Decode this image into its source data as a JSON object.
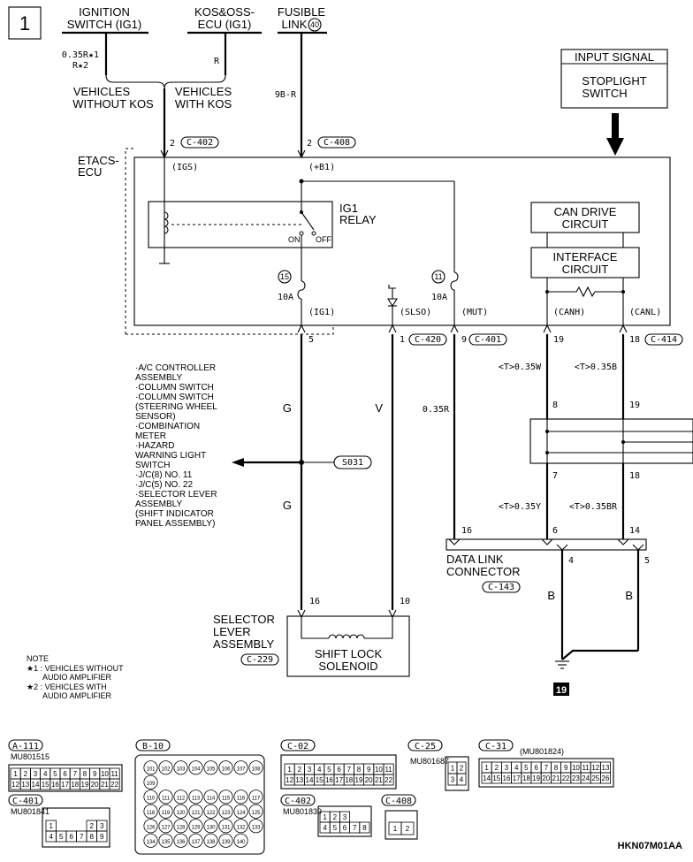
{
  "page_number": "1",
  "sources": {
    "ignition": {
      "line1": "IGNITION",
      "line2": "SWITCH (IG1)"
    },
    "kos": {
      "line1": "KOS&OSS-",
      "line2": "ECU (IG1)"
    },
    "fusible": {
      "line1": "FUSIBLE",
      "line2": "LINK",
      "number": "40"
    }
  },
  "variants": {
    "without_kos_1": "VEHICLES",
    "without_kos_2": "WITHOUT KOS",
    "with_kos_1": "VEHICLES",
    "with_kos_2": "WITH KOS"
  },
  "wires": {
    "ignition_spec_1": "0.35R★1",
    "ignition_spec_2": "R★2",
    "kos_spec": "R",
    "fusible_spec": "9B-R",
    "g": "G",
    "v": "V",
    "mut_spec": "0.35R",
    "canh_upper": "<T>0.35W",
    "canl_upper": "<T>0.35B",
    "canh_lower": "<T>0.35Y",
    "canl_lower": "<T>0.35BR",
    "b": "B"
  },
  "connectors_top": {
    "c402_pin": "2",
    "c402": "C-402",
    "c408_pin": "2",
    "c408": "C-408"
  },
  "ecu": {
    "line1": "ETACS-",
    "line2": "ECU",
    "terminal_igs": "(IGS)",
    "terminal_b1": "(+B1)",
    "terminal_ig1": "(IG1)",
    "terminal_slso": "(SLSO)",
    "terminal_mut": "(MUT)",
    "terminal_canh": "(CANH)",
    "terminal_canl": "(CANL)"
  },
  "relay": {
    "line1": "IG1",
    "line2": "RELAY",
    "on": "ON",
    "off": "OFF"
  },
  "fuses": {
    "ig1_number": "15",
    "ig1_rating": "10A",
    "mut_number": "11",
    "mut_rating": "10A"
  },
  "can": {
    "drive_1": "CAN DRIVE",
    "drive_2": "CIRCUIT",
    "iface_1": "INTERFACE",
    "iface_2": "CIRCUIT"
  },
  "input_signal": {
    "header": "INPUT SIGNAL",
    "line1": "STOPLIGHT",
    "line2": "SWITCH"
  },
  "lower_pins": {
    "ig1": "5",
    "slso": "1",
    "c420": "C-420",
    "mut": "9",
    "c401": "C-401",
    "canh": "19",
    "canl": "18",
    "c414": "C-414"
  },
  "joint": {
    "canh_in": "8",
    "canl_in": "19",
    "canh_out": "7",
    "canl_out": "18"
  },
  "splice": {
    "label": "S031"
  },
  "branch_list": [
    "·A/C CONTROLLER",
    "ASSEMBLY",
    "·COLUMN SWITCH",
    "·COLUMN SWITCH",
    "(STEERING WHEEL",
    "SENSOR)",
    "·COMBINATION",
    "METER",
    "·HAZARD",
    "WARNING LIGHT",
    "SWITCH",
    "·J/C(8) NO. 11",
    "·J/C(5) NO. 22",
    "·SELECTOR LEVER",
    "ASSEMBLY",
    "(SHIFT INDICATOR",
    "PANEL ASSEMBLY)"
  ],
  "dlc": {
    "pin16": "16",
    "pin6": "6",
    "pin14": "14",
    "pin4": "4",
    "pin5": "5",
    "line1": "DATA LINK",
    "line2": "CONNECTOR",
    "connector": "C-143"
  },
  "ground": {
    "number": "19"
  },
  "selector": {
    "pin16": "16",
    "pin10": "10",
    "line1": "SELECTOR",
    "line2": "LEVER",
    "line3": "ASSEMBLY",
    "connector": "C-229",
    "solenoid_1": "SHIFT LOCK",
    "solenoid_2": "SOLENOID"
  },
  "note": {
    "title": "NOTE",
    "l1": "★1 : VEHICLES WITHOUT",
    "l2": "AUDIO AMPLIFIER",
    "l3": "★2 : VEHICLES WITH",
    "l4": "AUDIO AMPLIFIER"
  },
  "faces": {
    "a111": {
      "label": "A-111",
      "part": "MU801515",
      "rows": [
        [
          "1",
          "2",
          "3",
          "4",
          "5",
          "6",
          "7",
          "8",
          "9",
          "10",
          "11"
        ],
        [
          "12",
          "13",
          "14",
          "15",
          "16",
          "17",
          "18",
          "19",
          "20",
          "21",
          "22"
        ]
      ]
    },
    "c401": {
      "label": "C-401",
      "part": "MU801841",
      "rows": [
        [
          "1",
          "",
          "",
          "",
          "2",
          "3"
        ],
        [
          "4",
          "5",
          "6",
          "7",
          "8",
          "9"
        ]
      ]
    },
    "b10": {
      "label": "B-10",
      "rows": [
        [
          "101",
          "102",
          "103",
          "104",
          "105",
          "106",
          "107",
          "108"
        ],
        [
          "109",
          "",
          "",
          "",
          "",
          "",
          "",
          ""
        ],
        [
          "110",
          "111",
          "112",
          "113",
          "114",
          "115",
          "116",
          "117"
        ],
        [
          "118",
          "119",
          "120",
          "121",
          "122",
          "123",
          "124",
          "125"
        ],
        [
          "126",
          "127",
          "128",
          "129",
          "130",
          "131",
          "132",
          "133"
        ],
        [
          "134",
          "135",
          "136",
          "137",
          "138",
          "139",
          "140",
          ""
        ]
      ]
    },
    "c02": {
      "label": "C-02",
      "rows": [
        [
          "1",
          "2",
          "3",
          "4",
          "5",
          "6",
          "7",
          "8",
          "9",
          "10",
          "11"
        ],
        [
          "12",
          "13",
          "14",
          "15",
          "16",
          "17",
          "18",
          "19",
          "20",
          "21",
          "22"
        ]
      ]
    },
    "c402": {
      "label": "C-402",
      "part": "MU801839",
      "rows": [
        [
          "1",
          "2",
          "3"
        ],
        [
          "4",
          "5",
          "6",
          "7",
          "8"
        ]
      ]
    },
    "c408": {
      "label": "C-408",
      "rows": [
        [
          "1",
          "2"
        ]
      ]
    },
    "c25": {
      "label": "C-25",
      "part": "MU801687",
      "rows": [
        [
          "1",
          "2"
        ],
        [
          "3",
          "4"
        ]
      ]
    },
    "c31": {
      "label": "C-31",
      "part": "(MU801824)",
      "rows": [
        [
          "1",
          "2",
          "3",
          "4",
          "5",
          "6",
          "7",
          "8",
          "9",
          "10",
          "11",
          "12",
          "13"
        ],
        [
          "14",
          "15",
          "16",
          "17",
          "18",
          "19",
          "20",
          "21",
          "22",
          "23",
          "24",
          "25",
          "26"
        ]
      ]
    }
  },
  "figure_code": "HKN07M01AA"
}
